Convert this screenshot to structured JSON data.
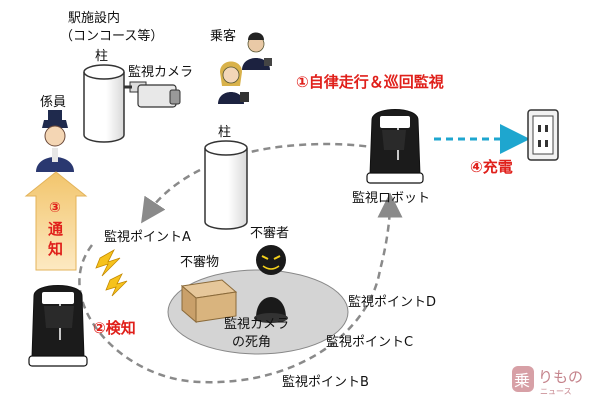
{
  "area_label": {
    "line1": "駅施設内",
    "line2": "（コンコース等）"
  },
  "pillar_top": "柱",
  "camera": "監視カメラ",
  "staff": "係員",
  "passenger": "乗客",
  "pillar_center": "柱",
  "step1": "①自律走行＆巡回監視",
  "robot": "監視ロボット",
  "step4": "④充電",
  "step3": "③",
  "notify_1": "通",
  "notify_2": "知",
  "point_a": "監視ポイントA",
  "suspicious_person": "不審者",
  "suspicious_item": "不審物",
  "blind_spot": {
    "line1": "監視カメラ",
    "line2": "の死角"
  },
  "step2": "②検知",
  "point_d": "監視ポイントD",
  "point_c": "監視ポイントC",
  "point_b": "監視ポイントB",
  "watermark": {
    "glyph": "乗",
    "line1": "りもの",
    "line2": "ニュース"
  },
  "colors": {
    "red": "#e0201b",
    "cyan": "#1ea6cf",
    "arrow_orange": "#f3d28a",
    "path_gray": "#8a8a8a"
  }
}
